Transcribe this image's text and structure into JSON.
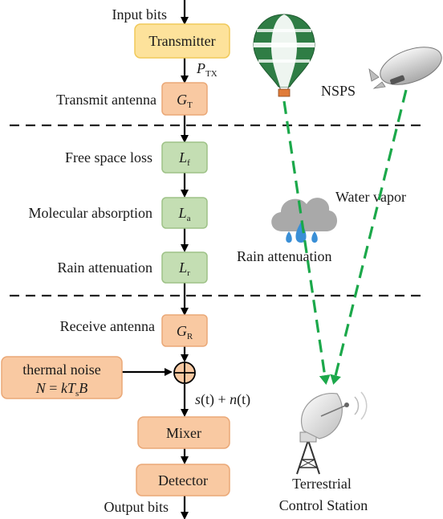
{
  "chain": {
    "input_label": "Input bits",
    "transmitter": "Transmitter",
    "ptx_symbol": "P",
    "ptx_sub": "TX",
    "transmit_antenna_label": "Transmit antenna",
    "gt_symbol": "G",
    "gt_sub": "T",
    "free_space_label": "Free space loss",
    "lf_symbol": "L",
    "lf_sub": "f",
    "molecular_label": "Molecular absorption",
    "la_symbol": "L",
    "la_sub": "a",
    "rain_label": "Rain attenuation",
    "lr_symbol": "L",
    "lr_sub": "r",
    "receive_antenna_label": "Receive antenna",
    "gr_symbol": "G",
    "gr_sub": "R",
    "noise_title": "thermal noise",
    "noise_formula_lhs": "N",
    "noise_formula_eq": " = ",
    "noise_formula_k": "kT",
    "noise_formula_sub": "s",
    "noise_formula_b": "B",
    "signal_label_s": "s",
    "signal_label_t1": "(t)",
    "signal_label_plus": " + ",
    "signal_label_n": "n",
    "signal_label_t2": "(t)",
    "mixer": "Mixer",
    "detector": "Detector",
    "output_label": "Output bits"
  },
  "scene": {
    "nsps_label": "NSPS",
    "water_vapor_label": "Water vapor",
    "rain_attenuation_label": "Rain attenuation",
    "station_label_line1": "Terrestrial",
    "station_label_line2": "Control Station"
  },
  "colors": {
    "yellow_fill": "#fde29b",
    "yellow_stroke": "#f0c95a",
    "green_fill": "#c4deb3",
    "green_stroke": "#9ec287",
    "orange_fill": "#f9c9a2",
    "orange_stroke": "#eaa877",
    "beam": "#1ba84a",
    "divider": "#222222"
  }
}
